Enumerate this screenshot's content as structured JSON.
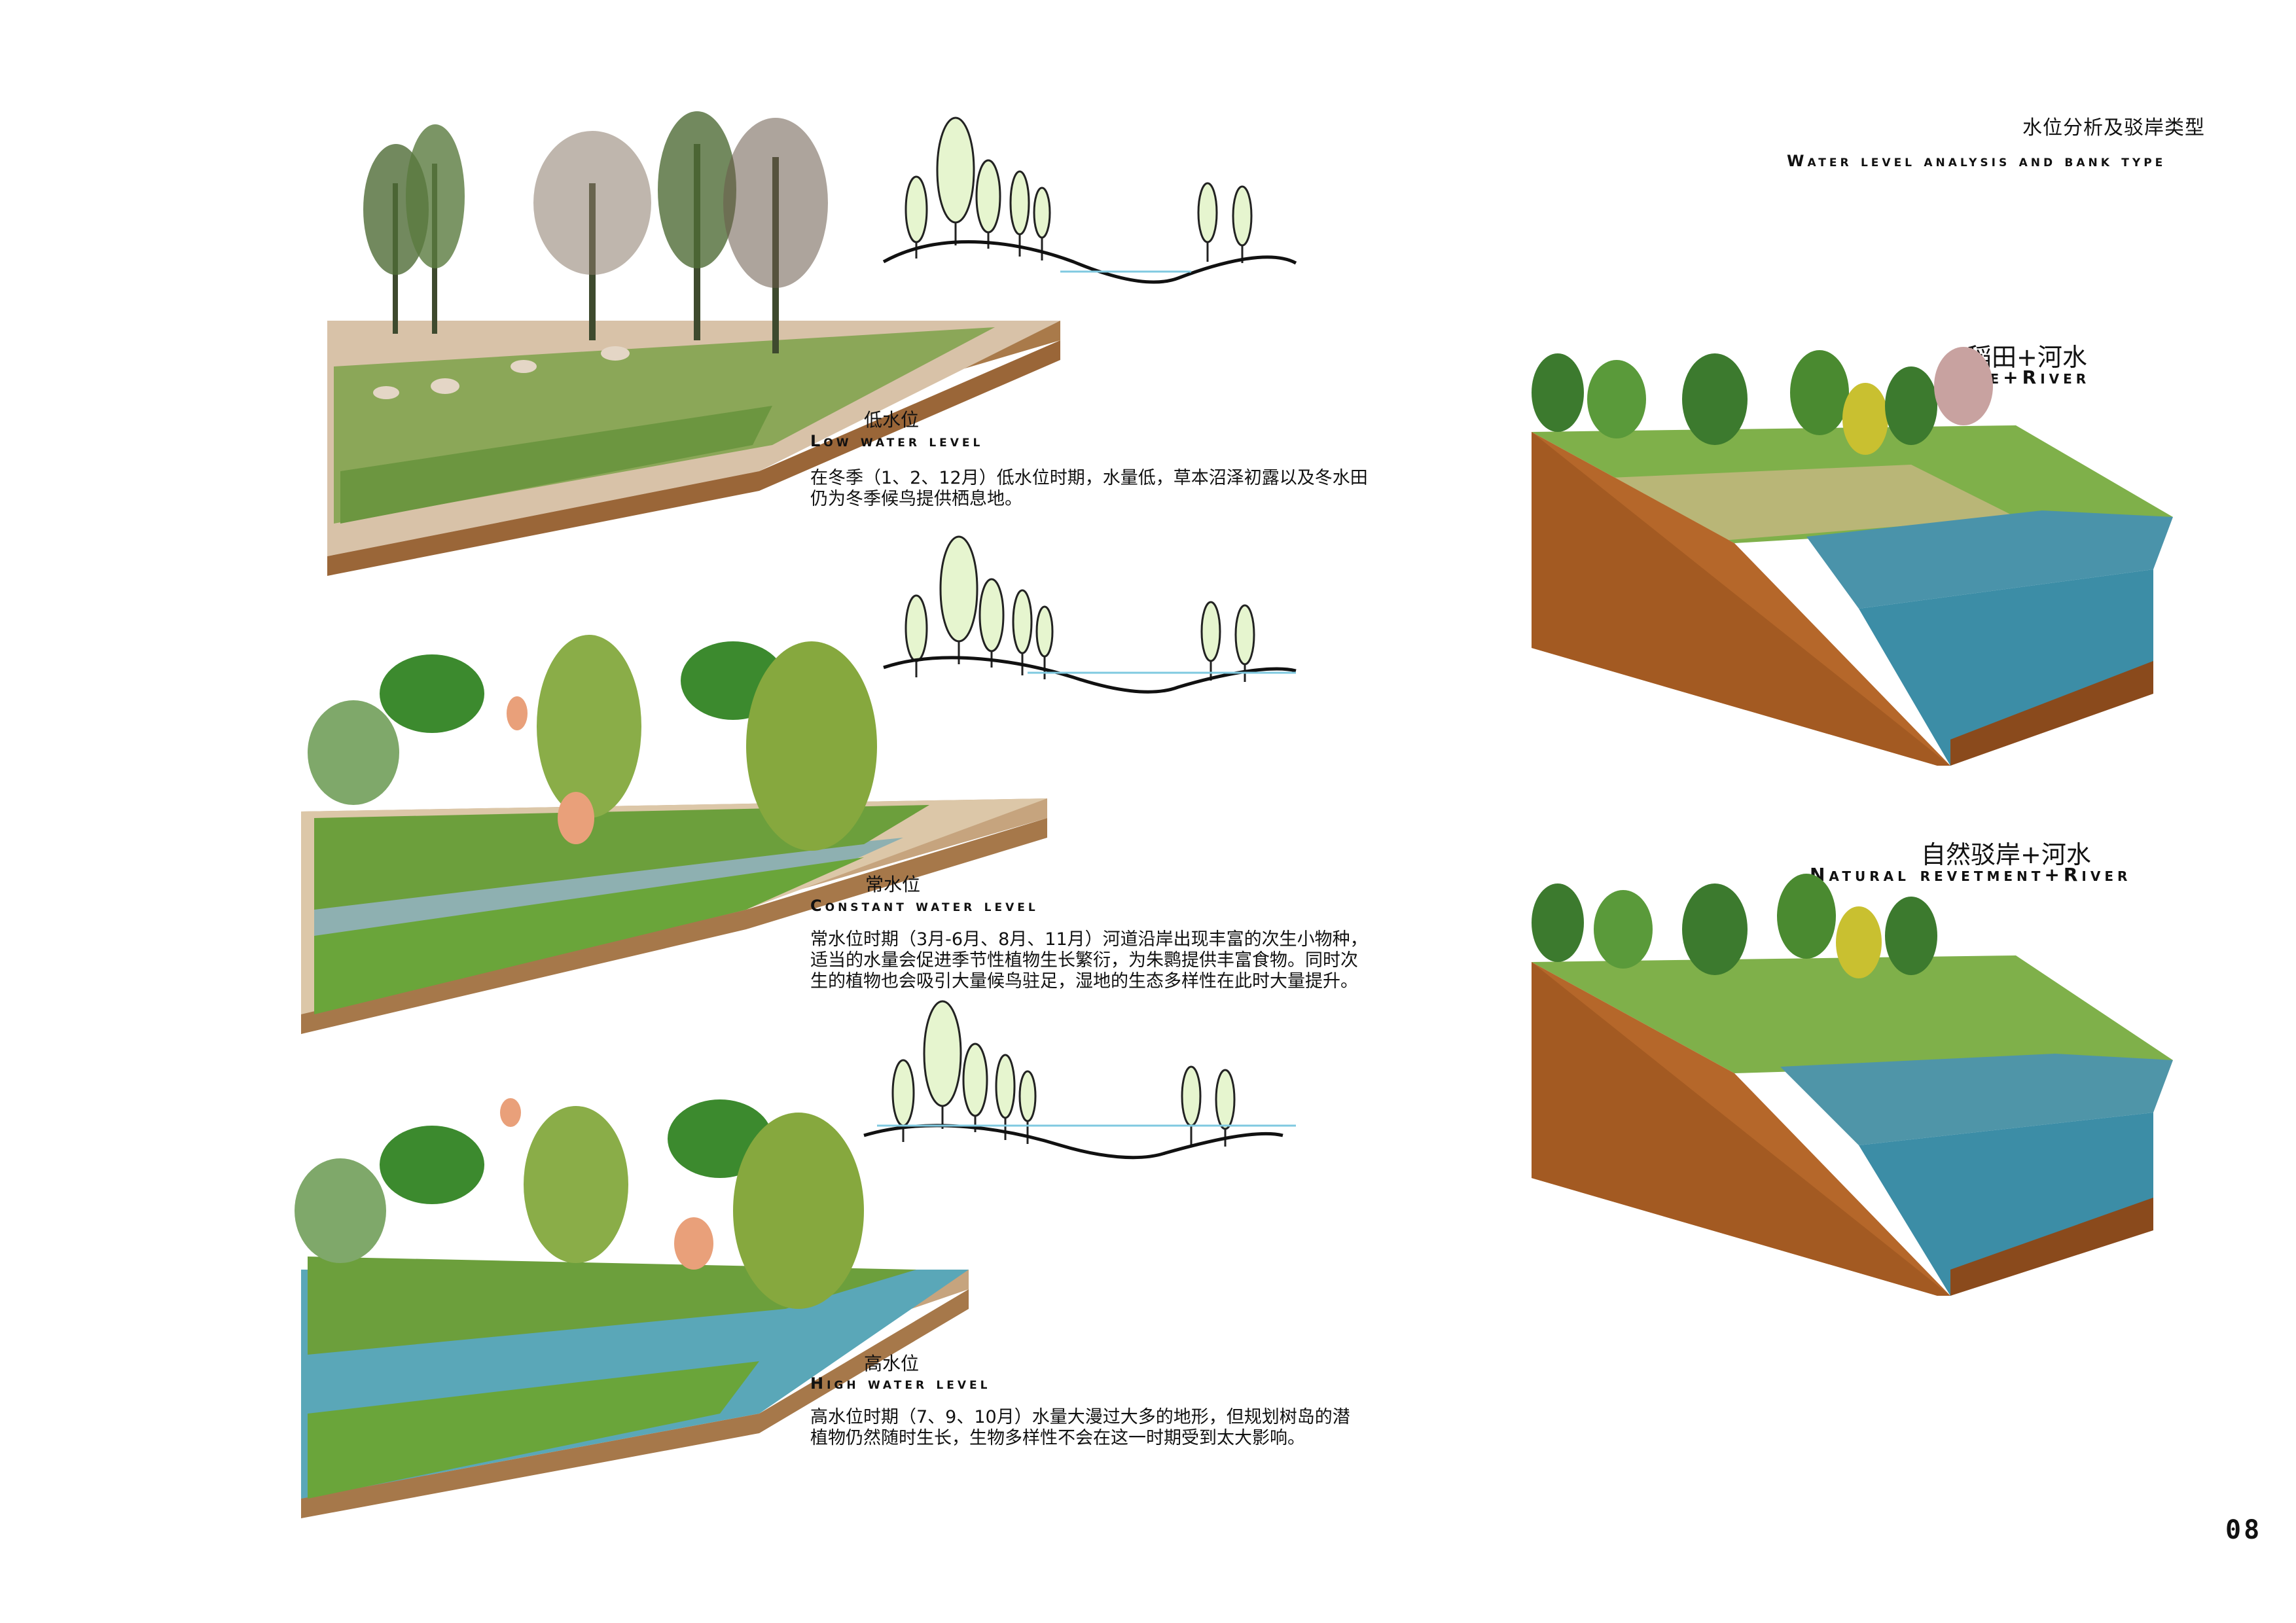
{
  "header": {
    "title_cn": "水位分析及驳岸类型",
    "title_en": "Water level analysis and bank type"
  },
  "levels": [
    {
      "label_cn": "低水位",
      "label_en": "Low water level",
      "desc_lines": [
        "在冬季（1、2、12月）低水位时期，水量低，草本沼泽初露以及冬水田",
        "仍为冬季候鸟提供栖息地。"
      ]
    },
    {
      "label_cn": "常水位",
      "label_en": "Constant water level",
      "desc_lines": [
        "常水位时期（3月-6月、8月、11月）河道沿岸出现丰富的次生小物种，",
        "适当的水量会促进季节性植物生长繁衍，为朱鹮提供丰富食物。同时次",
        "生的植物也会吸引大量候鸟驻足，湿地的生态多样性在此时大量提升。"
      ]
    },
    {
      "label_cn": "高水位",
      "label_en": "High water level",
      "desc_lines": [
        "高水位时期（7、9、10月）水量大漫过大多的地形，但规划树岛的潜",
        "植物仍然随时生长，生物多样性不会在这一时期受到太大影响。"
      ]
    }
  ],
  "banks": [
    {
      "label_cn": "稻田+河水",
      "label_en": "rice+River"
    },
    {
      "label_cn": "自然驳岸+河水",
      "label_en": "Natural revetment+River"
    }
  ],
  "page_number": "08",
  "colors": {
    "soil": "#b5672a",
    "soil_dark": "#8a4a1c",
    "grass": "#6a9a3a",
    "water": "#3f8fa8",
    "tree_fill": "#e6f5cf",
    "water_line": "#7fc9e0"
  }
}
